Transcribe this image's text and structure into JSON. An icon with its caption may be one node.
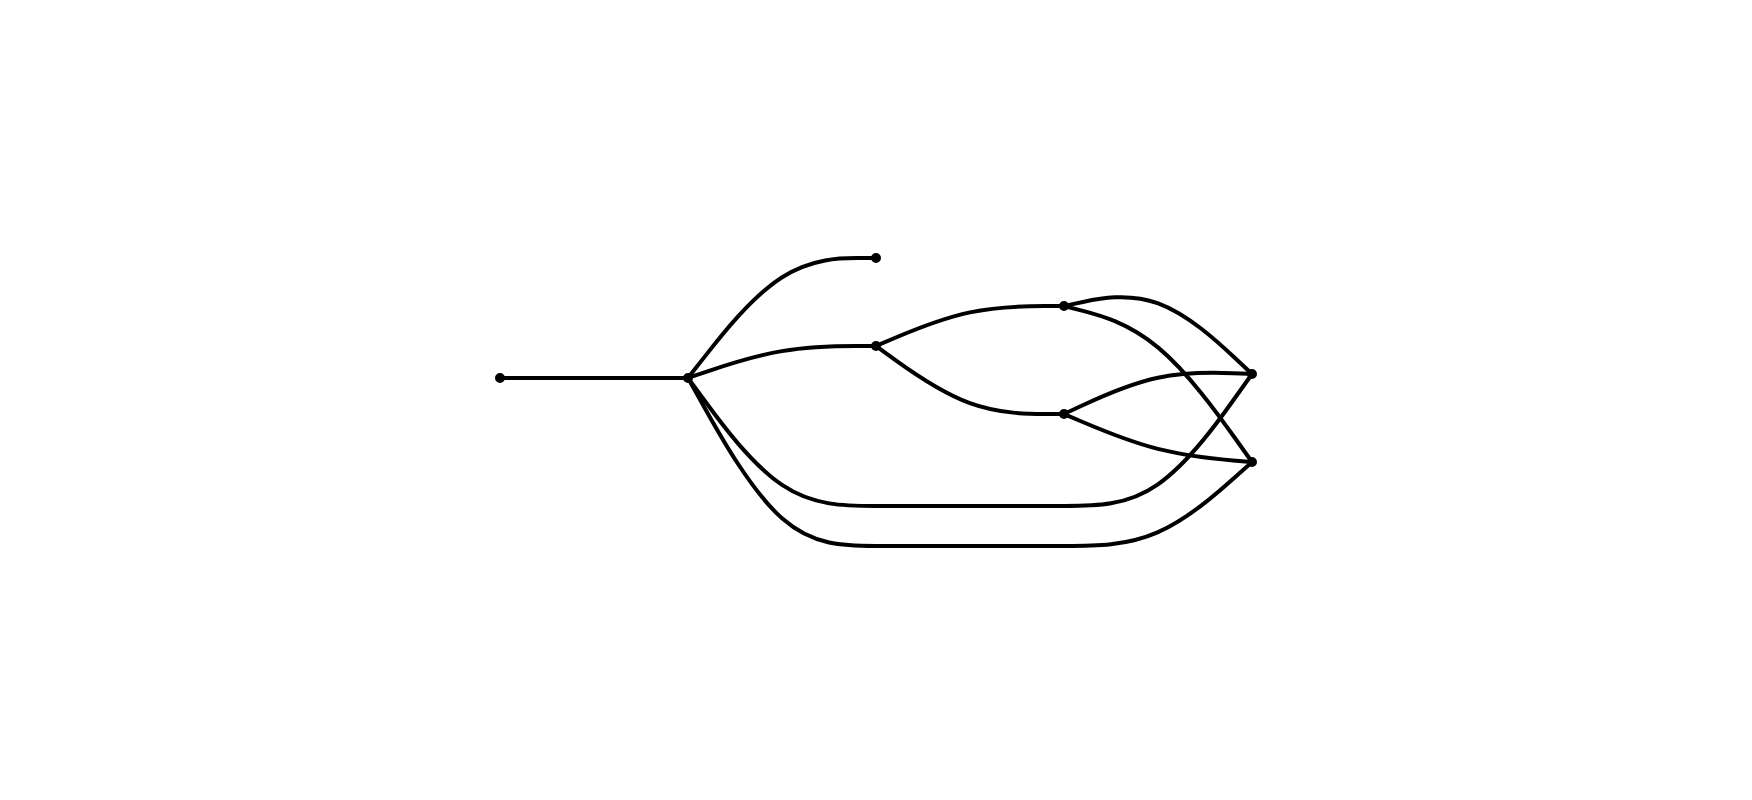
{
  "diagram": {
    "nodes": [
      {
        "text": [],
        "shape": "circle"
      },
      {
        "text": [],
        "shape": "circle"
      },
      {
        "text": [],
        "shape": "circle"
      },
      {
        "text": [],
        "shape": "circle"
      },
      {
        "text": [],
        "shape": "circle"
      },
      {
        "text": [],
        "shape": "circle"
      },
      {
        "text": [],
        "shape": "circle"
      },
      {
        "text": [],
        "shape": "circle"
      }
    ],
    "edges": [
      {
        "from": 0,
        "to": 1,
        "arrow": "none"
      },
      {
        "from": 1,
        "to": 2,
        "arrow": "none"
      },
      {
        "from": 1,
        "to": 3,
        "arrow": "none"
      },
      {
        "from": 1,
        "to": 6,
        "arrow": "none"
      },
      {
        "from": 1,
        "to": 7,
        "arrow": "none"
      },
      {
        "from": 3,
        "to": 4,
        "arrow": "none"
      },
      {
        "from": 3,
        "to": 5,
        "arrow": "none"
      },
      {
        "from": 4,
        "to": 6,
        "arrow": "none"
      },
      {
        "from": 4,
        "to": 7,
        "arrow": "none"
      },
      {
        "from": 5,
        "to": 6,
        "arrow": "none"
      },
      {
        "from": 5,
        "to": 7,
        "arrow": "none"
      }
    ]
  }
}
